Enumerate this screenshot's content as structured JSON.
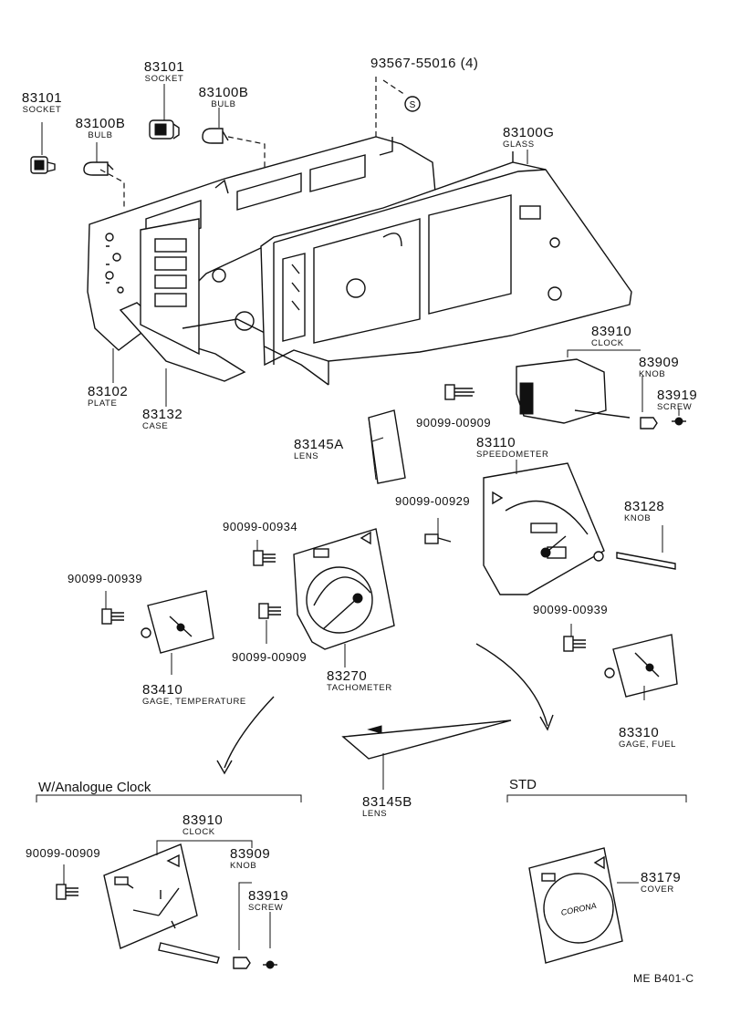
{
  "parts": {
    "p83101a": {
      "num": "83101",
      "desc": "SOCKET"
    },
    "p83101b": {
      "num": "83101",
      "desc": "SOCKET"
    },
    "p83100b_a": {
      "num": "83100B",
      "desc": "BULB"
    },
    "p83100b_b": {
      "num": "83100B",
      "desc": "BULB"
    },
    "p93567": {
      "num": "93567-55016 (4)",
      "desc": ""
    },
    "p83100g": {
      "num": "83100G",
      "desc": "GLASS"
    },
    "p83102": {
      "num": "83102",
      "desc": "PLATE"
    },
    "p83132": {
      "num": "83132",
      "desc": "CASE"
    },
    "p83910a": {
      "num": "83910",
      "desc": "CLOCK"
    },
    "p83909a": {
      "num": "83909",
      "desc": "KNOB"
    },
    "p83919a": {
      "num": "83919",
      "desc": "SCREW"
    },
    "p90099_00909a": {
      "num": "90099-00909",
      "desc": ""
    },
    "p83145a": {
      "num": "83145A",
      "desc": "LENS"
    },
    "p83110": {
      "num": "83110",
      "desc": "SPEEDOMETER"
    },
    "p90099_00929": {
      "num": "90099-00929",
      "desc": ""
    },
    "p83128": {
      "num": "83128",
      "desc": "KNOB"
    },
    "p90099_00934": {
      "num": "90099-00934",
      "desc": ""
    },
    "p90099_00939a": {
      "num": "90099-00939",
      "desc": ""
    },
    "p90099_00909b": {
      "num": "90099-00909",
      "desc": ""
    },
    "p83270": {
      "num": "83270",
      "desc": "TACHOMETER"
    },
    "p83410": {
      "num": "83410",
      "desc": "GAGE, TEMPERATURE"
    },
    "p90099_00939b": {
      "num": "90099-00939",
      "desc": ""
    },
    "p83310": {
      "num": "83310",
      "desc": "GAGE, FUEL"
    },
    "p83145b": {
      "num": "83145B",
      "desc": "LENS"
    },
    "p83910b": {
      "num": "83910",
      "desc": "CLOCK"
    },
    "p90099_00909c": {
      "num": "90099-00909",
      "desc": ""
    },
    "p83909b": {
      "num": "83909",
      "desc": "KNOB"
    },
    "p83919b": {
      "num": "83919",
      "desc": "SCREW"
    },
    "p83179": {
      "num": "83179",
      "desc": "COVER"
    }
  },
  "sections": {
    "analogue": "W/Analogue Clock",
    "std": "STD"
  },
  "marks": {
    "screw_s": "S",
    "corona": "CORONA"
  },
  "code": "ME B401-C"
}
